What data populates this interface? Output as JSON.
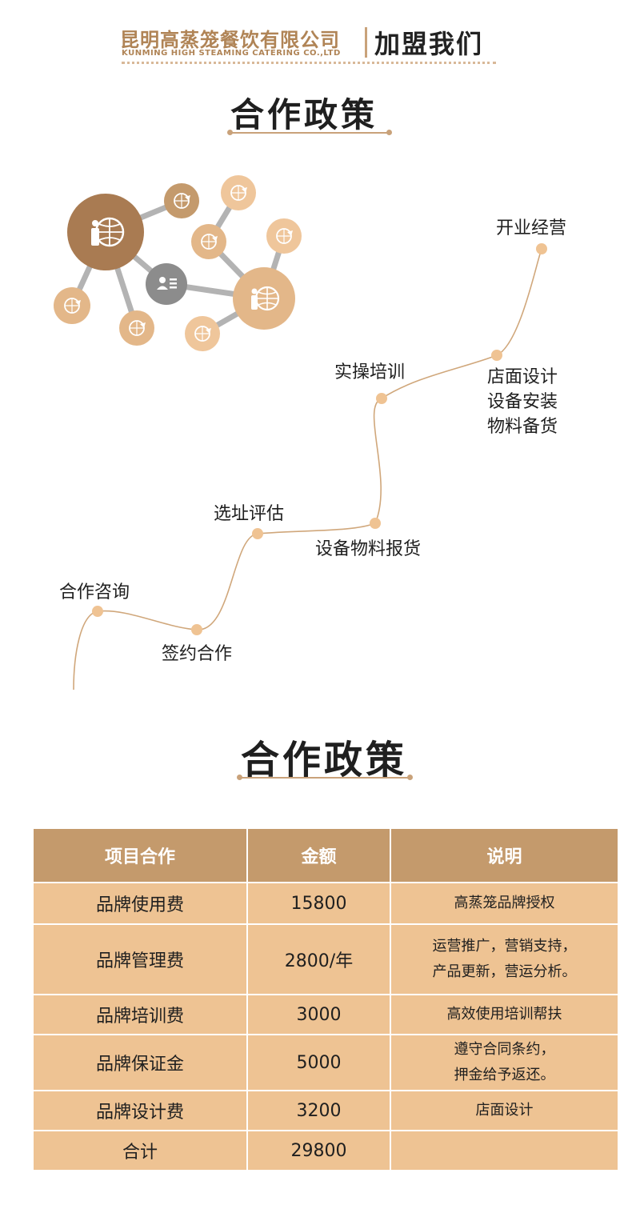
{
  "header": {
    "company_cn": "昆明高蒸笼餐饮有限公司",
    "company_en": "KUNMING HIGH STEAMING CATERING CO.,LTD",
    "title": "加盟我们"
  },
  "section1": {
    "title": "合作政策",
    "steps": [
      "合作咨询",
      "签约合作",
      "选址评估",
      "设备物料报货",
      "实操培训",
      "店面设计",
      "设备安装",
      "物料备货",
      "开业经营"
    ]
  },
  "section2": {
    "title": "合作政策"
  },
  "table": {
    "headers": [
      "项目合作",
      "金额",
      "说明"
    ],
    "rows": [
      {
        "item": "品牌使用费",
        "amount": "15800",
        "note": [
          "高蒸笼品牌授权"
        ]
      },
      {
        "item": "品牌管理费",
        "amount": "2800/年",
        "note": [
          "运营推广，营销支持，",
          "产品更新，营运分析。"
        ]
      },
      {
        "item": "品牌培训费",
        "amount": "3000",
        "note": [
          "高效使用培训帮扶"
        ]
      },
      {
        "item": "品牌保证金",
        "amount": "5000",
        "note": [
          "遵守合同条约，",
          "押金给予返还。"
        ]
      },
      {
        "item": "品牌设计费",
        "amount": "3200",
        "note": [
          "店面设计"
        ]
      },
      {
        "item": "合计",
        "amount": "29800",
        "note": []
      }
    ]
  },
  "colors": {
    "accent": "#b08456",
    "header_row": "#c49a6c",
    "cell": "#eec393",
    "bubble_dark": "#a97b52",
    "bubble_light": "#e3b789",
    "bubble_gray": "#8c8c8c",
    "connector": "#b3b3b3"
  },
  "icons": [
    "globe-person-icon",
    "globe-fish-icon",
    "id-card-icon"
  ]
}
